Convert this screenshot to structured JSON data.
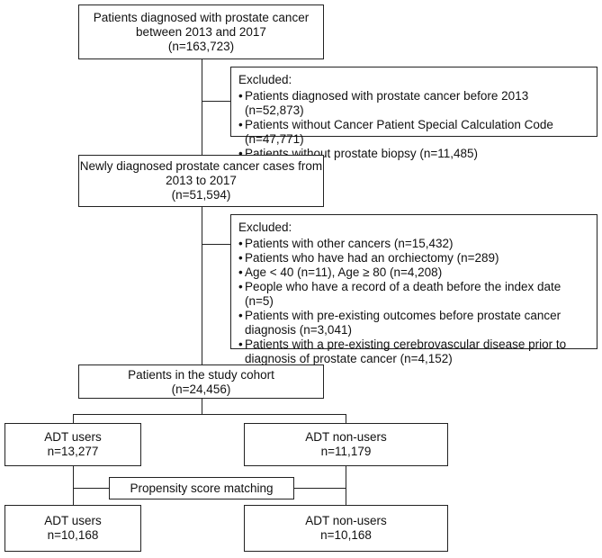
{
  "box1": {
    "lines": [
      "Patients diagnosed with prostate cancer",
      "between 2013 and 2017",
      "(n=163,723)"
    ]
  },
  "excl1": {
    "title": "Excluded:",
    "items": [
      "Patients diagnosed with prostate cancer before 2013 (n=52,873)",
      "Patients without Cancer Patient Special Calculation Code (n=47,771)",
      "Patients without prostate biopsy (n=11,485)"
    ]
  },
  "box2": {
    "lines": [
      "Newly diagnosed prostate cancer cases from",
      "2013 to 2017",
      "(n=51,594)"
    ]
  },
  "excl2": {
    "title": "Excluded:",
    "items": [
      "Patients with other cancers (n=15,432)",
      "Patients who have had an orchiectomy (n=289)",
      "Age < 40 (n=11), Age ≥ 80 (n=4,208)",
      "People who have a record of a death before the index date (n=5)",
      "Patients with pre-existing outcomes before prostate cancer",
      "diagnosis (n=3,041)",
      "Patients with a pre-existing cerebrovascular disease prior to",
      "diagnosis of prostate cancer (n=4,152)"
    ]
  },
  "box3": {
    "lines": [
      "Patients in the study cohort",
      "(n=24,456)"
    ]
  },
  "users_before": {
    "lines": [
      "ADT users",
      "n=13,277"
    ]
  },
  "nonusers_before": {
    "lines": [
      "ADT non-users",
      "n=11,179"
    ]
  },
  "matching": {
    "label": "Propensity score matching"
  },
  "users_after": {
    "lines": [
      "ADT users",
      "n=10,168"
    ]
  },
  "nonusers_after": {
    "lines": [
      "ADT non-users",
      "n=10,168"
    ]
  }
}
